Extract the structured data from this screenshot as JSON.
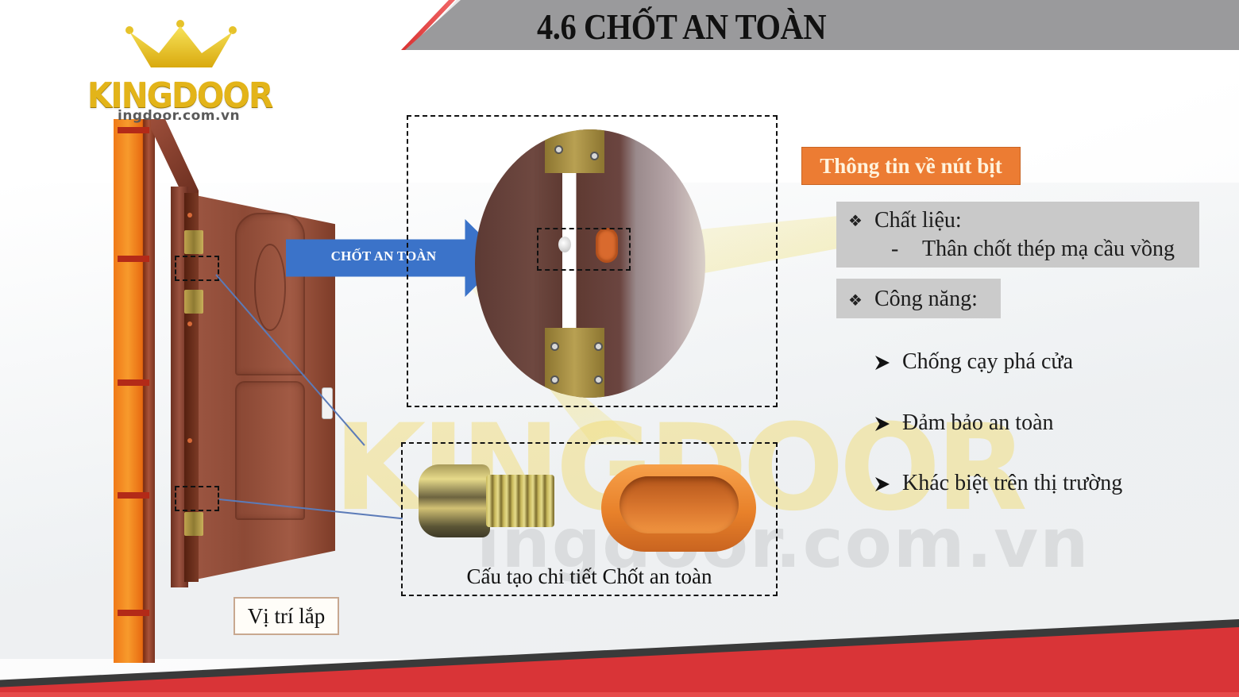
{
  "header": {
    "title": "4.6 CHỐT AN TOÀN",
    "band_color": "#9a9a9c",
    "accent_color": "#d83030"
  },
  "logo": {
    "icon": "crown-icon",
    "brand": "KINGDOOR",
    "url": "kingdoor.com.vn",
    "url_visible": "ingdoor.com.vn",
    "color": "#e3b419"
  },
  "watermark": {
    "brand": "KINGDOOR",
    "url": "ingdoor.com.vn"
  },
  "illustration": {
    "callout_label": "CHỐT AN TOÀN",
    "callout_color": "#3b73c9",
    "position_label": "Vị trí lắp",
    "parts_caption": "Cấu tạo chi tiết Chốt an toàn",
    "parts": [
      "safety-pin-bolt",
      "orange-seal-cap"
    ]
  },
  "info": {
    "heading": "Thông tin về nút bịt",
    "heading_color": "#ec7c33",
    "sections": [
      {
        "bullet": "❖",
        "label": "Chất liệu:",
        "sub_items": [
          {
            "bullet": "-",
            "text": "Thân chốt thép mạ cầu vồng"
          }
        ]
      },
      {
        "bullet": "❖",
        "label": "Công năng:",
        "items": [
          "Chống cạy phá cửa",
          "Đảm bảo an toàn",
          "Khác biệt trên thị trường"
        ]
      }
    ]
  },
  "footer": {
    "red_color": "#d93437",
    "dark_color": "#3a3a3a"
  }
}
